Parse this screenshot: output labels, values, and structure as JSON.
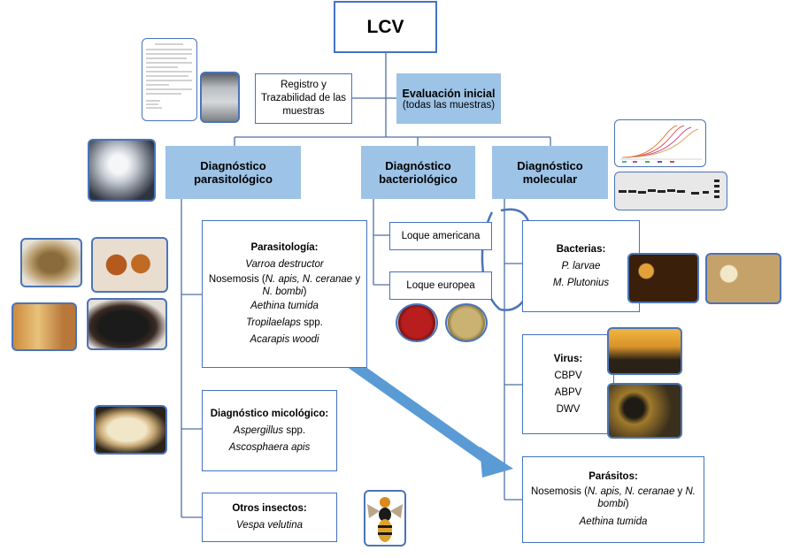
{
  "root": "LCV",
  "registro": "Registro y Trazabilidad de las muestras",
  "evaluacion": {
    "title": "Evaluación inicial",
    "subtitle": "(todas las muestras)"
  },
  "columns": {
    "parasitologico": "Diagnóstico parasitológico",
    "bacteriologico": "Diagnóstico bacteriológico",
    "molecular": "Diagnóstico molecular"
  },
  "parasitologia": {
    "title": "Parasitología:",
    "items": [
      "Varroa destructor",
      "Nosemosis (",
      "N. apis, N. ceranae",
      " y",
      "N. bombi",
      ")",
      "Aethina tumida",
      "Tropilaelaps",
      " spp.",
      "Acarapis woodi"
    ]
  },
  "micologico": {
    "title": "Diagnóstico micológico:",
    "item1": "Aspergillus",
    "item1b": " spp.",
    "item2": "Ascosphaera apis"
  },
  "otros": {
    "title": "Otros insectos:",
    "item": "Vespa velutina"
  },
  "loque": {
    "americana": "Loque americana",
    "europea": "Loque europea"
  },
  "bacterias": {
    "title": "Bacterias:",
    "item1": "P. larvae",
    "item2": "M. Plutonius"
  },
  "virus": {
    "title": "Virus:",
    "items": [
      "CBPV",
      "ABPV",
      "DWV"
    ]
  },
  "parasitos": {
    "title": "Parásitos:",
    "n1": "Nosemosis (",
    "n2": "N. apis, N. ceranae",
    "n3": " y ",
    "n4": "N. bombi",
    "n5": ")",
    "item2": "Aethina tumida"
  },
  "colors": {
    "accent": "#4472c4",
    "header_fill": "#9dc3e6",
    "arrow": "#5b9bd5"
  }
}
